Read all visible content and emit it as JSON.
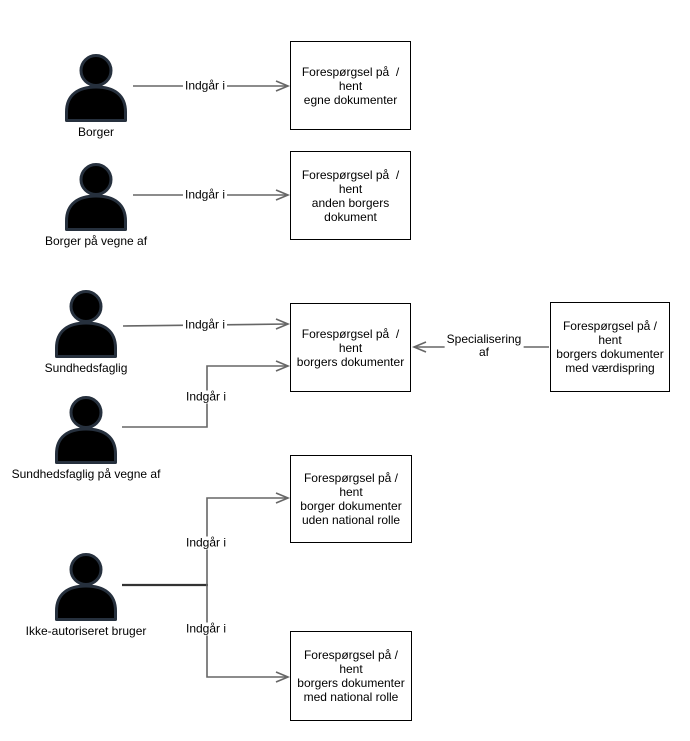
{
  "colors": {
    "background": "#ffffff",
    "connector": "#666666",
    "actor_link": "#333333",
    "box_border": "#000000",
    "box_fill": "#ffffff",
    "actor_fill": "#000000",
    "actor_outline": "#26303d",
    "text": "#000000"
  },
  "actors": [
    {
      "label": "Borger"
    },
    {
      "label": "Borger på vegne af"
    },
    {
      "label": "Sundhedsfaglig"
    },
    {
      "label": "Sundhedsfaglig på vegne af"
    },
    {
      "label": "Ikke-autoriseret bruger"
    }
  ],
  "use_cases": [
    {
      "text": "Forespørgsel på  /\nhent\negne dokumenter"
    },
    {
      "text": "Forespørgsel på  /\nhent\nanden borgers\ndokument"
    },
    {
      "text": "Forespørgsel på  /\nhent\nborgers dokumenter"
    },
    {
      "text": "Forespørgsel på /\nhent\nborgers dokumenter\nmed værdispring"
    },
    {
      "text": "Forespørgsel på /\nhent\nborger dokumenter\nuden national rolle"
    },
    {
      "text": "Forespørgsel på /\nhent\nborgers dokumenter\nmed national rolle"
    }
  ],
  "edge_labels": [
    {
      "text": "Indgår i"
    },
    {
      "text": "Indgår i"
    },
    {
      "text": "Indgår i"
    },
    {
      "text": "Indgår i"
    },
    {
      "text": "Indgår i"
    },
    {
      "text": "Indgår i"
    },
    {
      "text": "Specialisering\naf"
    }
  ]
}
